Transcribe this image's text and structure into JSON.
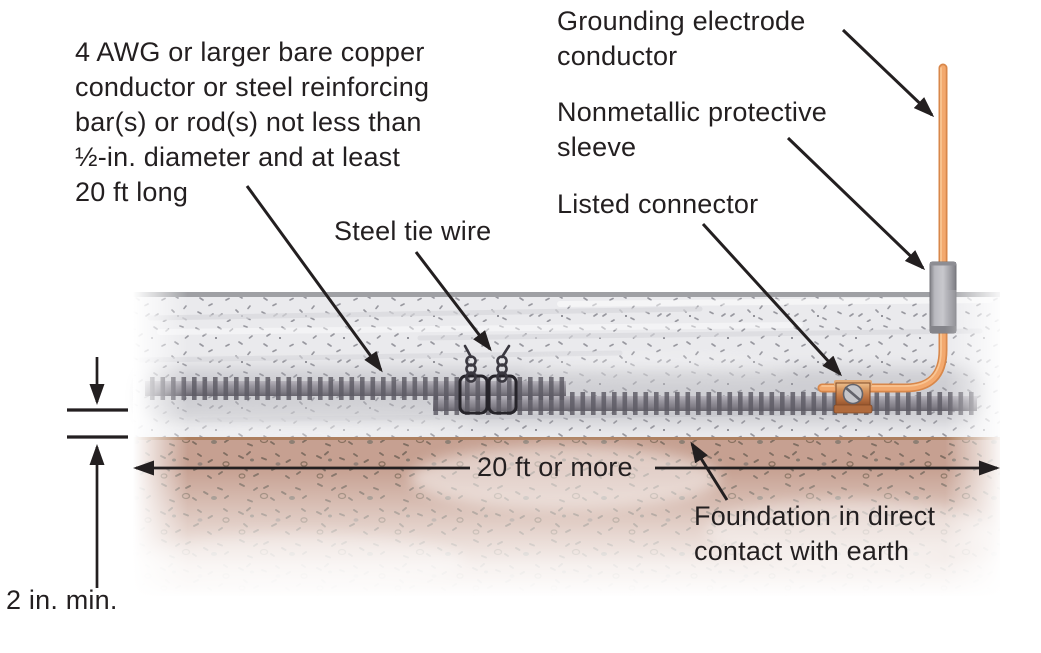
{
  "diagram": {
    "callouts": {
      "rebar_note": "4 AWG or larger bare copper\nconductor or steel reinforcing\nbar(s) or rod(s) not less than\n½-in. diameter and at least\n20 ft long",
      "steel_tie_wire": "Steel tie wire",
      "grounding_electrode_conductor": "Grounding electrode\nconductor",
      "nonmetallic_protective_sleeve": "Nonmetallic protective\nsleeve",
      "listed_connector": "Listed connector",
      "foundation_note": "Foundation in direct\ncontact with earth"
    },
    "dimensions": {
      "length": "20 ft or more",
      "cover_depth": "2 in. min."
    },
    "colors": {
      "text": "#231f20",
      "arrow": "#231f20",
      "concrete": "#eaeaed",
      "concrete_surface": "#9fa0a4",
      "earth": "#c6a091",
      "earth_boundary": "#a4714e",
      "rebar": "#8f8c95",
      "rebar_rib": "#5d5a64",
      "tie_wire": "#35333a",
      "clamp_copper": "#c07b4c",
      "screw_gray": "#c6c6ca",
      "conductor_orange": "#f3a96e",
      "sleeve_gray": "#b9b9bf"
    }
  }
}
